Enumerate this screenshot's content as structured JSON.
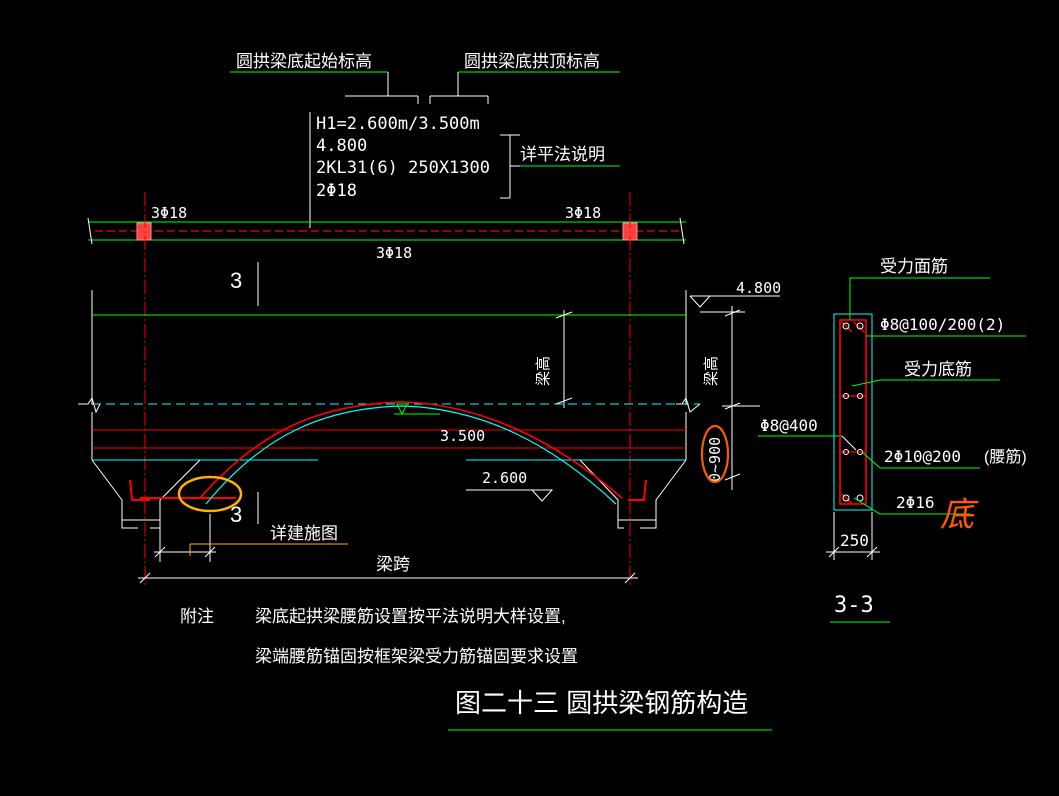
{
  "colors": {
    "background": "#000000",
    "white": "#ffffff",
    "green": "#00ff00",
    "cyan": "#00ffff",
    "red": "#ff0000",
    "rebar_red": "#e8000a",
    "markup_orange": "#ff5a00",
    "markup_yellow": "#ffb000"
  },
  "labels": {
    "start_elevation": "圆拱梁底起始标高",
    "crown_elevation": "圆拱梁底拱顶标高",
    "annotation_line1": "H1=2.600m/3.500m",
    "annotation_line2": "4.800",
    "annotation_line3": "2KL31(6) 250X1300",
    "annotation_line4": "2Φ18",
    "pingfa_note": "详平法说明",
    "top_bar_left": "3Φ18",
    "top_bar_right": "3Φ18",
    "top_bar_bottom": "3Φ18",
    "section_mark_top": "3",
    "section_mark_bottom": "3",
    "elev_top": "4.800",
    "beam_height_mid": "梁高",
    "beam_height_right": "梁高",
    "elev_crown": "3.500",
    "elev_start": "2.600",
    "waist_spacing": "Φ8@400",
    "dim_range": "0~900",
    "construction_ref": "详建施图",
    "span_label": "梁跨",
    "note_title": "附注",
    "note_line1": "梁底起拱梁腰筋设置按平法说明大样设置,",
    "note_line2": "梁端腰筋锚固按框架梁受力筋锚固要求设置",
    "figure_title": "图二十三  圆拱梁钢筋构造",
    "sec_top_bar": "受力面筋",
    "sec_stirrup": "Φ8@100/200(2)",
    "sec_bottom_bar": "受力底筋",
    "sec_waist_bar": "2Φ10@200",
    "sec_waist_note": "(腰筋)",
    "sec_bottom_count": "2Φ16",
    "sec_width": "250",
    "sec_name": "3-3",
    "handwritten_mark": "底"
  }
}
